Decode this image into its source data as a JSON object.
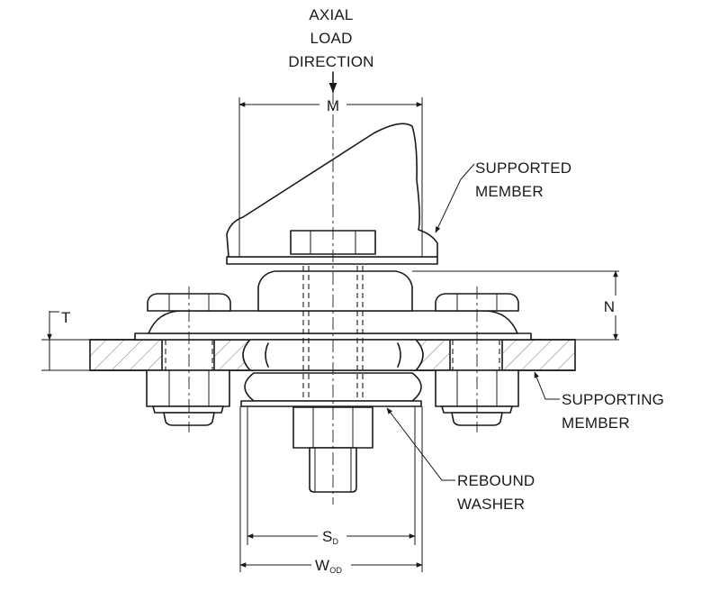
{
  "labels": {
    "axial_load_line1": "AXIAL",
    "axial_load_line2": "LOAD",
    "axial_load_line3": "DIRECTION",
    "dim_m": "M",
    "dim_n": "N",
    "dim_t": "T",
    "supported_member_line1": "SUPPORTED",
    "supported_member_line2": "MEMBER",
    "supporting_member_line1": "SUPPORTING",
    "supporting_member_line2": "MEMBER",
    "rebound_washer_line1": "REBOUND",
    "rebound_washer_line2": "WASHER",
    "dim_sd_main": "S",
    "dim_sd_sub": "D",
    "dim_wod_main": "W",
    "dim_wod_sub": "OD"
  },
  "colors": {
    "line": "#1a1a1a",
    "background": "#ffffff"
  }
}
